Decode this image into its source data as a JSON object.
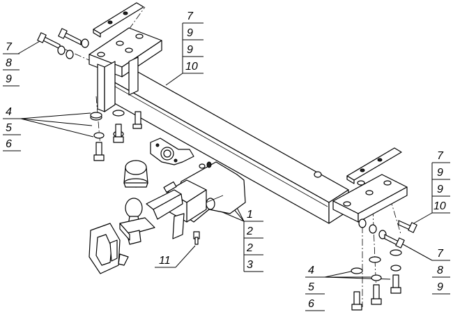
{
  "callouts": [
    {
      "id": "top-left-bolt",
      "labels": [
        "7",
        "8",
        "9"
      ]
    },
    {
      "id": "top-center-bracket",
      "labels": [
        "7",
        "9",
        "9",
        "10"
      ]
    },
    {
      "id": "left-fasteners",
      "labels": [
        "4",
        "5",
        "6"
      ]
    },
    {
      "id": "center-bar",
      "labels": [
        "1",
        "2",
        "2",
        "3"
      ]
    },
    {
      "id": "small-bolt",
      "labels": [
        "11"
      ]
    },
    {
      "id": "right-bracket",
      "labels": [
        "7",
        "9",
        "9",
        "10"
      ]
    },
    {
      "id": "right-bolt",
      "labels": [
        "7",
        "8",
        "9"
      ]
    },
    {
      "id": "bottom-fasteners",
      "labels": [
        "4",
        "5",
        "6"
      ]
    }
  ]
}
